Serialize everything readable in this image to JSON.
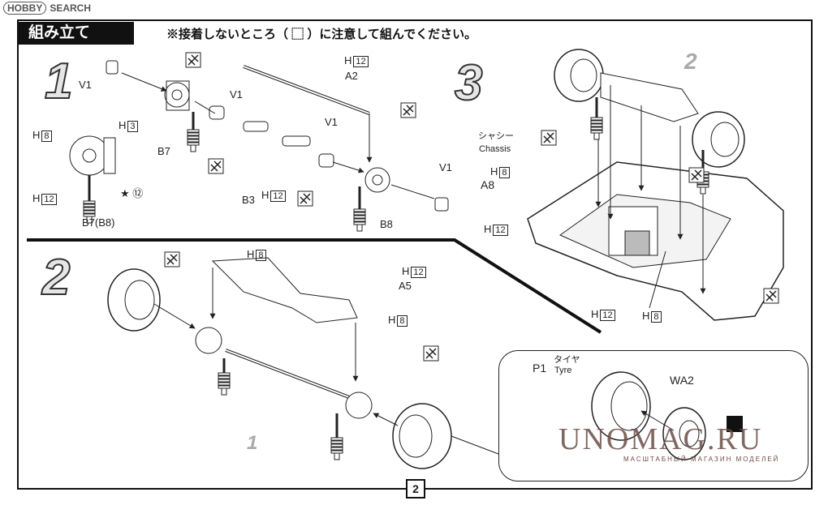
{
  "site_logo": {
    "prefix": "HOBBY",
    "suffix": "SEARCH"
  },
  "header": {
    "title": "組み立て",
    "notice": "※接着しないところ（ ⬚ ）に注意して組んでください。"
  },
  "steps": [
    "1",
    "2",
    "3"
  ],
  "step1": {
    "labels": {
      "v1a": "V1",
      "v1b": "V1",
      "v1c": "V1",
      "v1d": "V1",
      "a2": "A2",
      "b7": "B7",
      "b7b8": "B7(B8)",
      "b3": "B3",
      "b8": "B8",
      "star": "★ ⑫"
    },
    "h_labels": {
      "h12_top": "12",
      "h8": "8",
      "h3": "3",
      "h12_left": "12",
      "h12_mid": "12"
    }
  },
  "step2": {
    "labels": {
      "a5": "A5",
      "sub1": "1"
    },
    "h_labels": {
      "h8_top": "8",
      "h12": "12",
      "h8_right": "8"
    },
    "inset": {
      "p1": "P1",
      "tyre_jp": "タイヤ",
      "tyre_en": "Tyre",
      "wa2": "WA2"
    }
  },
  "step3": {
    "labels": {
      "chassis_jp": "シャシー",
      "chassis_en": "Chassis",
      "a8": "A8",
      "sub2": "2"
    },
    "h_labels": {
      "h8": "8",
      "h12_left": "12",
      "h12_bottom": "12",
      "h8_bottom": "8"
    }
  },
  "page_number": "2",
  "watermark": {
    "main": "UNOMAG.RU",
    "sub": "МАСШТАБНЫЙ МАГАЗИН МОДЕЛЕЙ"
  }
}
